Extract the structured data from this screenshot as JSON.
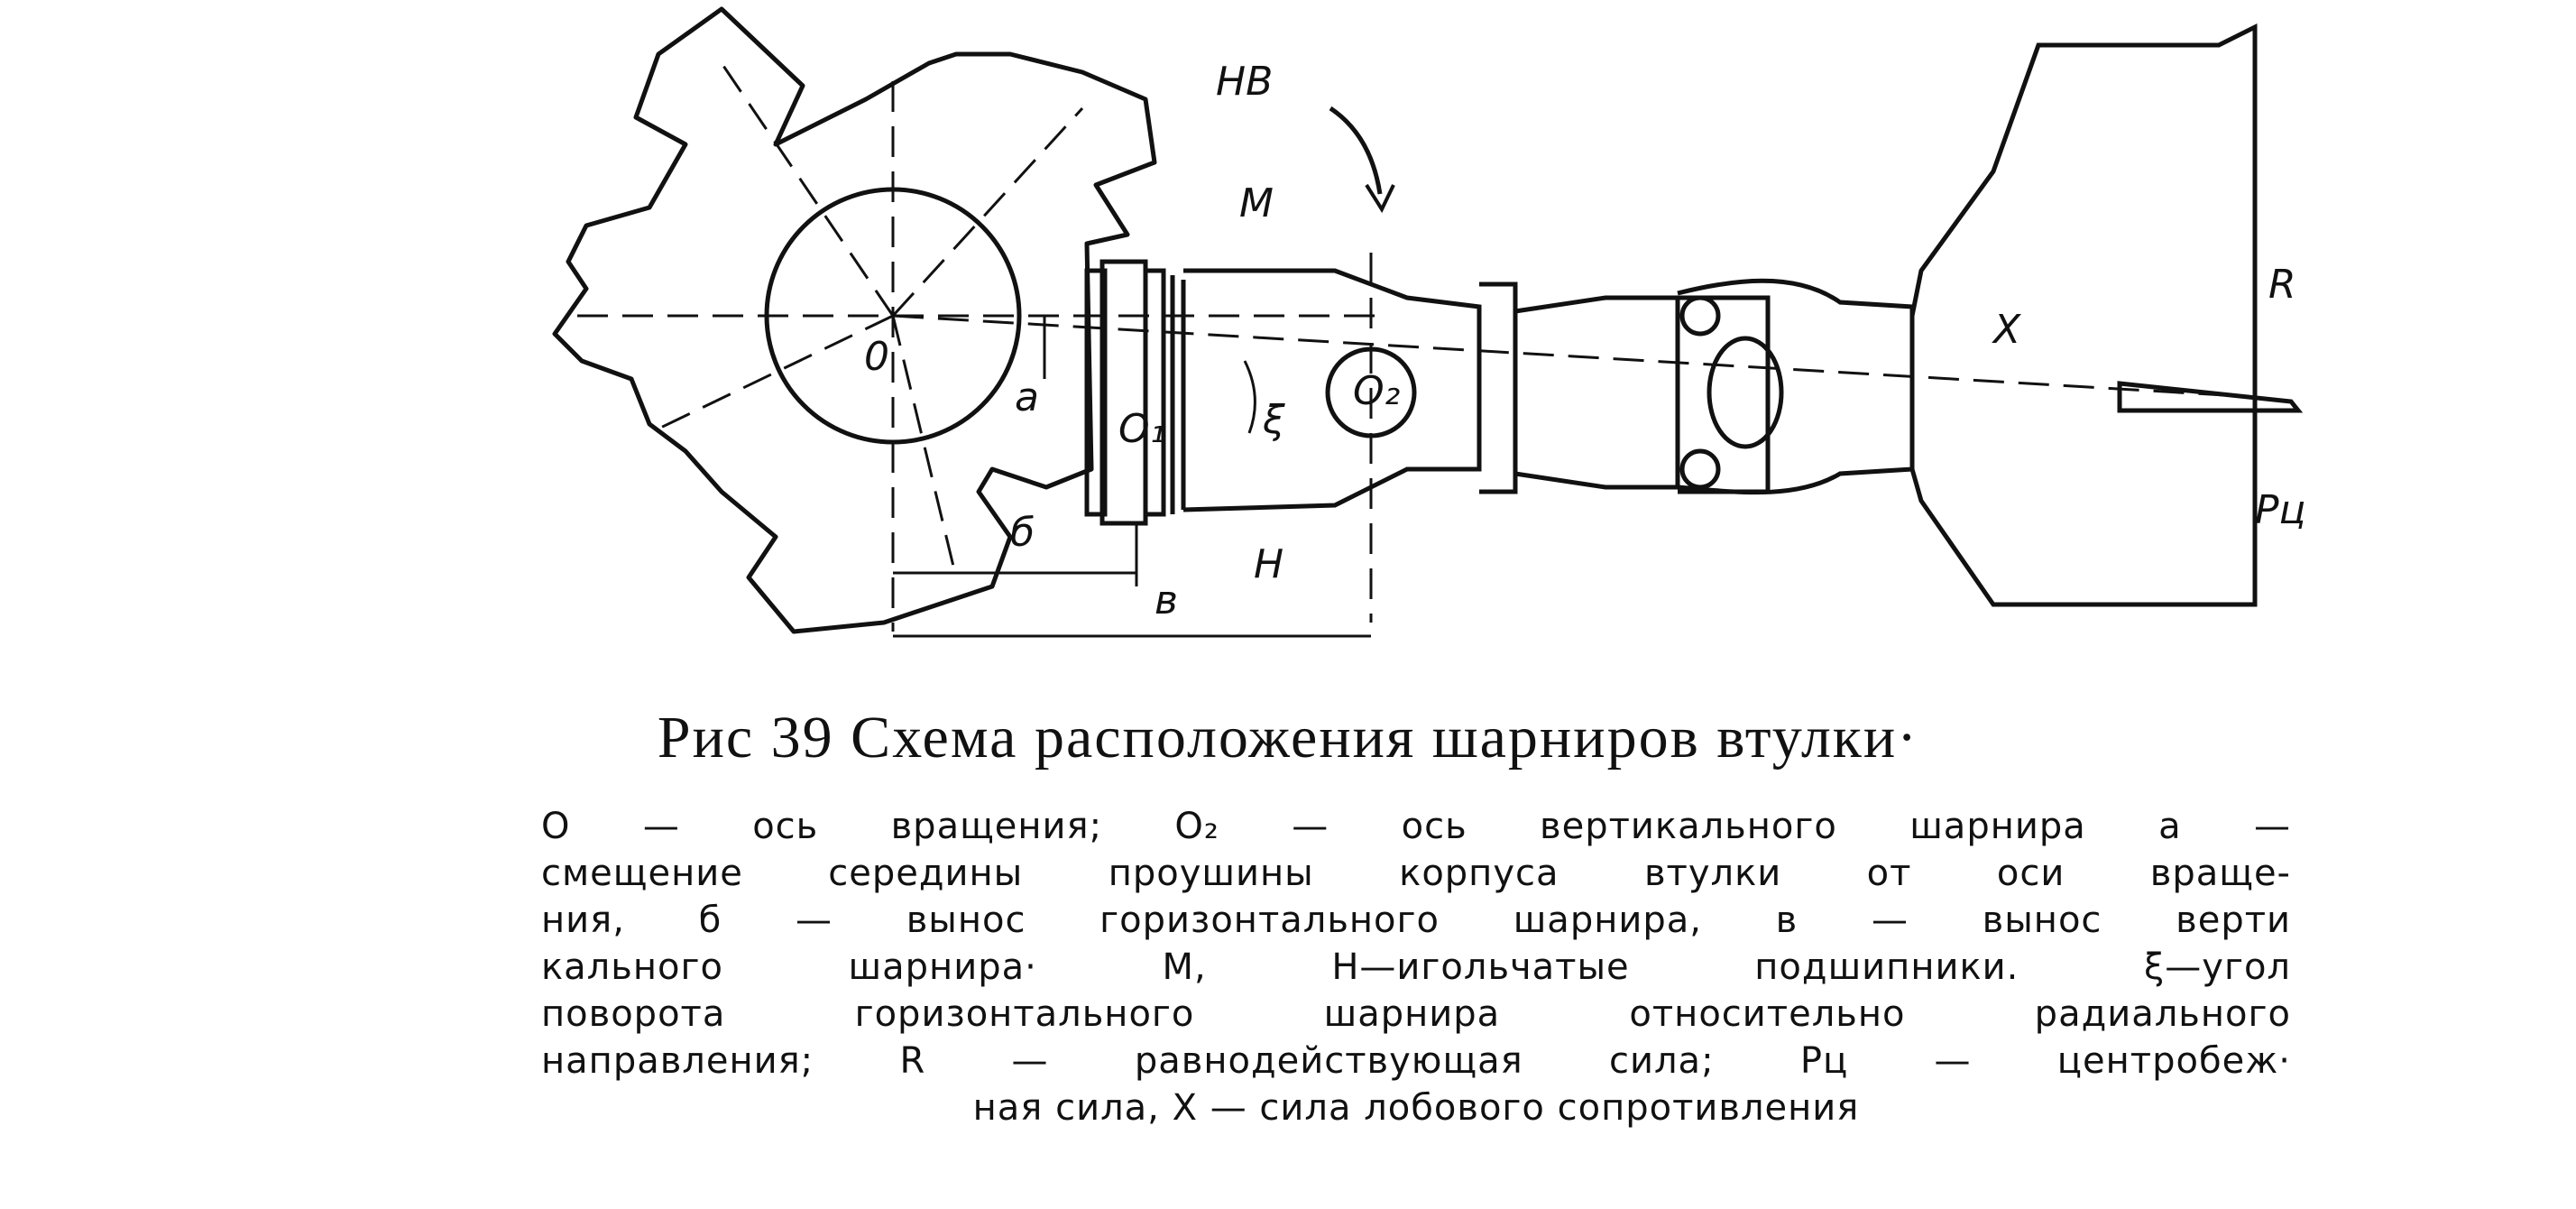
{
  "figure": {
    "labels": {
      "hv": "НВ",
      "m": "М",
      "n": "Н",
      "o": "0",
      "o1": "O₁",
      "o2": "O₂",
      "a": "a",
      "xi": "ξ",
      "b": "б",
      "v": "в",
      "x": "X",
      "r": "R",
      "pc": "Pц"
    }
  },
  "caption": {
    "title": "Рис 39 Схема расположения шарниров втулки·",
    "lines": [
      "O — ось вращения; O₂ — ось вертикального шарнира a —",
      "смещение середины проушины корпуса втулки от оси враще-",
      "ния, б — вынос горизонтального шарнира, в — вынос верти",
      "кального шарнира· М, Н—игольчатые подшипники. ξ—угол",
      "поворота горизонтального шарнира относительно радиального",
      "направления; R — равнодействующая сила; Pц — центробеж·",
      "ная сила, X — сила лобового сопротивления"
    ]
  }
}
